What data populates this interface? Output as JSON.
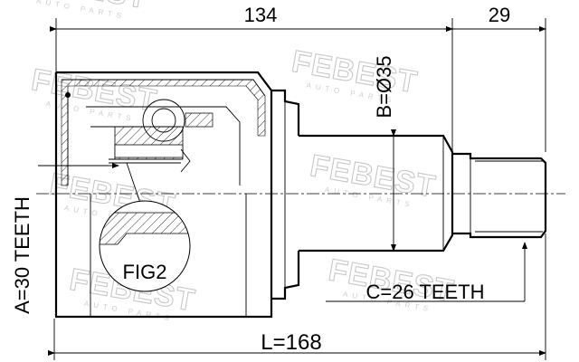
{
  "diagram": {
    "dimensions": {
      "length_134": "134",
      "length_29": "29",
      "diameter_b": "B=Ø35",
      "teeth_a": "A=30 TEETH",
      "teeth_c": "C=26 TEETH",
      "total_length": "L=168"
    },
    "callout": "FIG2",
    "watermark": {
      "brand": "FEBEST",
      "sub": "AUTO PARTS"
    }
  }
}
